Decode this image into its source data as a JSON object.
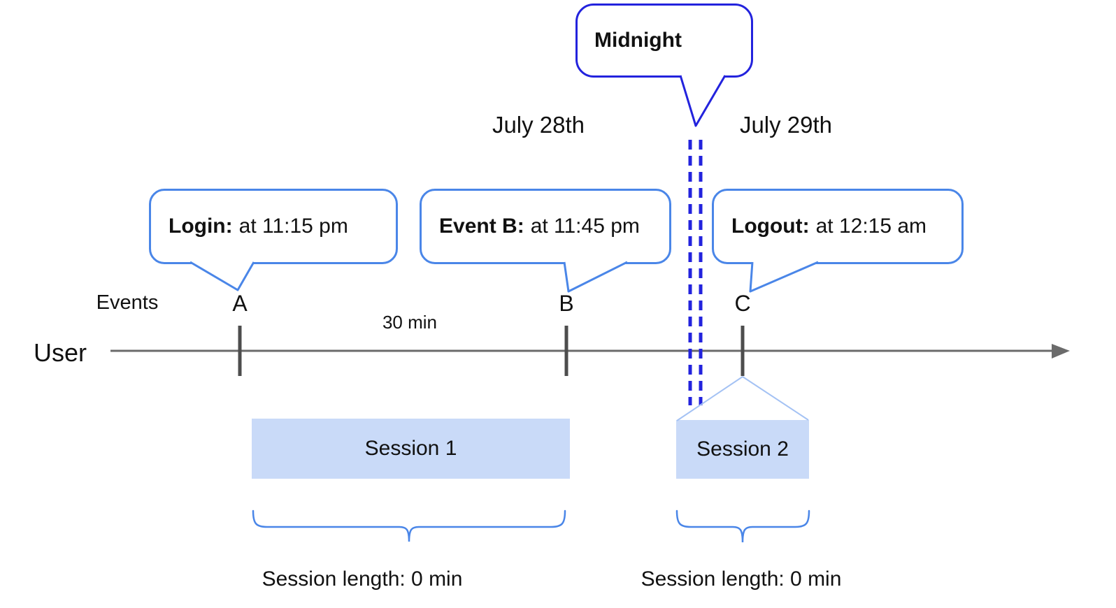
{
  "midnight": {
    "label": "Midnight"
  },
  "dates": {
    "left": "July 28th",
    "right": "July 29th"
  },
  "axis": {
    "events_label": "Events",
    "user_label": "User",
    "interval_label": "30 min"
  },
  "events": [
    {
      "letter": "A",
      "callout_title": "Login:",
      "callout_detail": "at 11:15 pm"
    },
    {
      "letter": "B",
      "callout_title": "Event B:",
      "callout_detail": "at 11:45 pm"
    },
    {
      "letter": "C",
      "callout_title": "Logout:",
      "callout_detail": "at 12:15 am"
    }
  ],
  "sessions": [
    {
      "label": "Session 1",
      "length_label": "Session length: 0 min"
    },
    {
      "label": "Session 2",
      "length_label": "Session length: 0 min"
    }
  ],
  "colors": {
    "callout_border": "#4a86e8",
    "midnight_blue": "#2323dd",
    "session_fill": "#c9daf8",
    "connector_blue": "#a4c2f4",
    "timeline_gray": "#6b6b6b",
    "tick_gray": "#4d4d4d",
    "text": "#111111"
  }
}
